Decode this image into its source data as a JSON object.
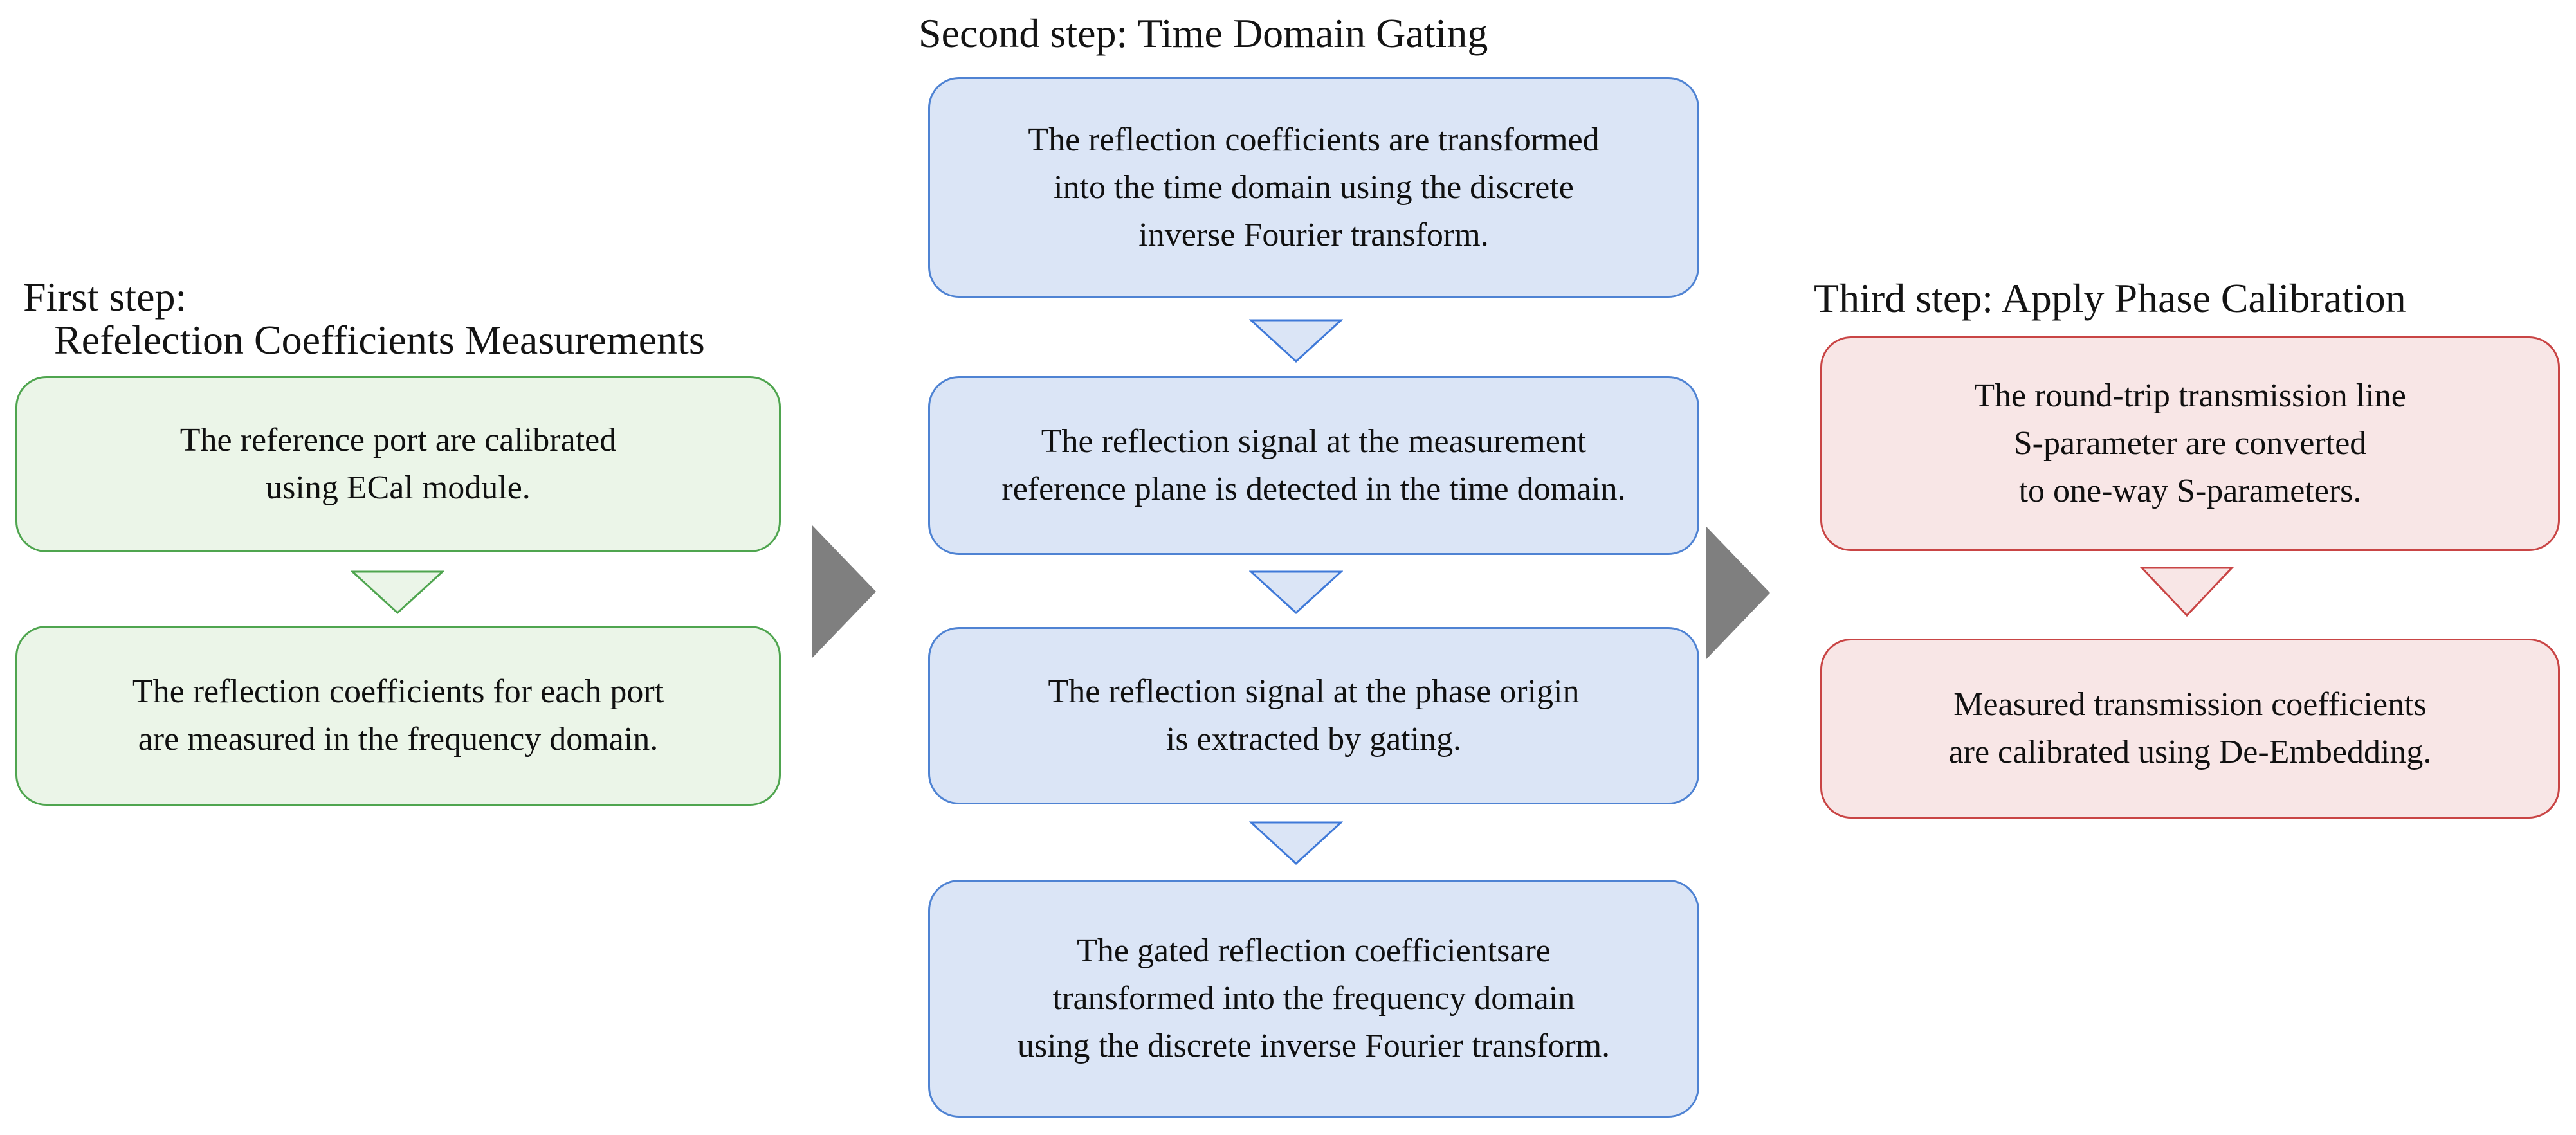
{
  "diagram": {
    "columns": [
      {
        "id": "first-step",
        "theme": "green",
        "title_lines": [
          "First step:",
          "Refelection Coefficients Measurements"
        ],
        "boxes": [
          {
            "lines": [
              "The reference port are calibrated",
              "using ECal module."
            ]
          },
          {
            "lines": [
              "The reflection coefficients for each port",
              "are measured in the frequency domain."
            ]
          }
        ]
      },
      {
        "id": "second-step",
        "theme": "blue",
        "title_lines": [
          "Second step: Time Domain Gating"
        ],
        "boxes": [
          {
            "lines": [
              "The reflection coefficients are transformed",
              "into the time domain using the discrete",
              "inverse Fourier transform."
            ]
          },
          {
            "lines": [
              "The reflection signal at the measurement",
              "reference plane is detected in the time domain."
            ]
          },
          {
            "lines": [
              "The reflection signal at the phase origin",
              "is extracted by gating."
            ]
          },
          {
            "lines": [
              "The gated reflection coefficientsare",
              "transformed into the frequency domain",
              "using the discrete inverse Fourier transform."
            ]
          }
        ]
      },
      {
        "id": "third-step",
        "theme": "red",
        "title_lines": [
          "Third step: Apply Phase Calibration"
        ],
        "boxes": [
          {
            "lines": [
              "The round-trip transmission line",
              "S-parameter are converted",
              "to one-way S-parameters."
            ]
          },
          {
            "lines": [
              "Measured transmission coefficients",
              "are calibrated using De-Embedding."
            ]
          }
        ]
      }
    ],
    "icons": {
      "down_arrow": "down-arrow-icon",
      "right_arrow": "right-arrow-icon"
    }
  },
  "colors": {
    "green_border": "#4fa54f",
    "green_fill": "#ebf5e8",
    "blue_border": "#4f83d3",
    "blue_fill": "#dbe5f6",
    "red_border": "#c94545",
    "red_fill": "#f8e6e6",
    "connector_gray": "#7f7f7f",
    "text": "#101010",
    "background": "#ffffff"
  }
}
